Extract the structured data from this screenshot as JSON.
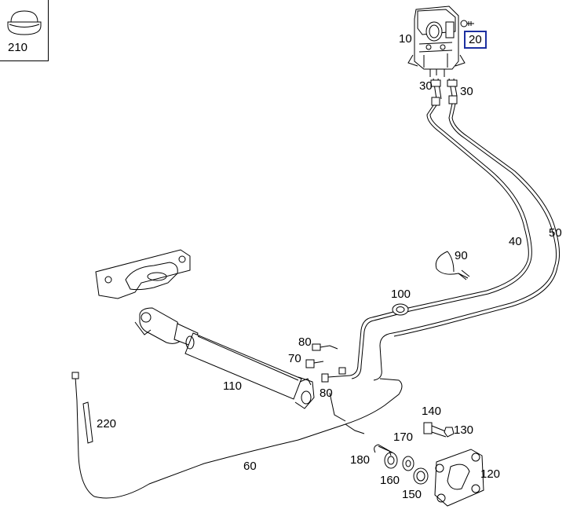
{
  "callouts": [
    {
      "id": "c210",
      "label": "210"
    },
    {
      "id": "c10",
      "label": "10"
    },
    {
      "id": "c20",
      "label": "20"
    },
    {
      "id": "c30a",
      "label": "30"
    },
    {
      "id": "c30b",
      "label": "30"
    },
    {
      "id": "c40",
      "label": "40"
    },
    {
      "id": "c50",
      "label": "50"
    },
    {
      "id": "c90",
      "label": "90"
    },
    {
      "id": "c100",
      "label": "100"
    },
    {
      "id": "c80a",
      "label": "80"
    },
    {
      "id": "c70",
      "label": "70"
    },
    {
      "id": "c80b",
      "label": "80"
    },
    {
      "id": "c110",
      "label": "110"
    },
    {
      "id": "c220",
      "label": "220"
    },
    {
      "id": "c60",
      "label": "60"
    },
    {
      "id": "c140",
      "label": "140"
    },
    {
      "id": "c130",
      "label": "130"
    },
    {
      "id": "c170",
      "label": "170"
    },
    {
      "id": "c180",
      "label": "180"
    },
    {
      "id": "c160",
      "label": "160"
    },
    {
      "id": "c120",
      "label": "120"
    },
    {
      "id": "c150",
      "label": "150"
    }
  ],
  "highlighted_callout": "20"
}
